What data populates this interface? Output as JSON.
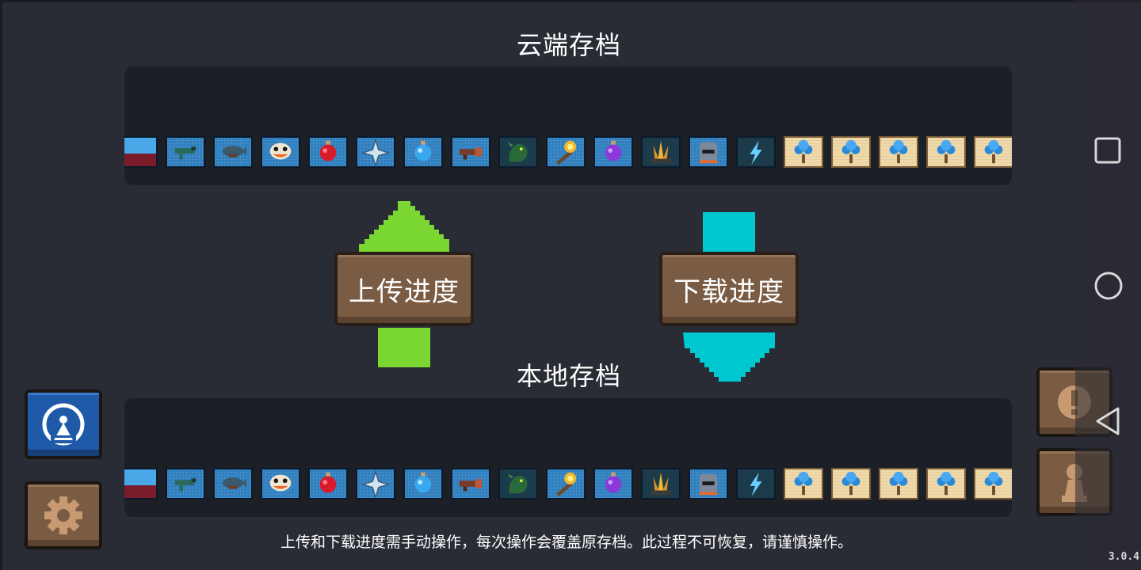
{
  "cloud_save": {
    "title": "云端存档",
    "items": [
      "bar-icon",
      "gun-icon",
      "fish-gun-icon",
      "mask-icon",
      "red-potion-icon",
      "shuriken-icon",
      "blue-potion-icon",
      "blaster-icon",
      "dragon-icon",
      "staff-icon",
      "purple-potion-icon",
      "spike-icon",
      "knight-helmet-icon",
      "lightning-icon",
      "blue-tree-icon",
      "blue-tree-icon",
      "blue-tree-icon",
      "blue-tree-icon",
      "blue-tree-icon"
    ]
  },
  "local_save": {
    "title": "本地存档",
    "items": [
      "bar-icon",
      "gun-icon",
      "fish-gun-icon",
      "mask-icon",
      "red-potion-icon",
      "shuriken-icon",
      "blue-potion-icon",
      "blaster-icon",
      "dragon-icon",
      "staff-icon",
      "purple-potion-icon",
      "spike-icon",
      "knight-helmet-icon",
      "lightning-icon",
      "blue-tree-icon",
      "blue-tree-icon",
      "blue-tree-icon",
      "blue-tree-icon",
      "blue-tree-icon"
    ]
  },
  "actions": {
    "upload_label": "上传进度",
    "download_label": "下载进度"
  },
  "footer_note": "上传和下载进度需手动操作，每次操作会覆盖原存档。此过程不可恢复，请谨慎操作。",
  "version": "3.0.4",
  "colors": {
    "upload_arrow": "#7ad631",
    "download_arrow": "#00c8d0",
    "wood": "#7a5c44",
    "account_blue": "#1f5aa8"
  },
  "icons": {
    "account": "chillyroom-logo-icon",
    "settings": "gear-icon",
    "notice": "exclamation-icon",
    "profile": "pawn-icon",
    "nav": [
      "square-icon",
      "circle-icon",
      "back-triangle-icon"
    ]
  }
}
